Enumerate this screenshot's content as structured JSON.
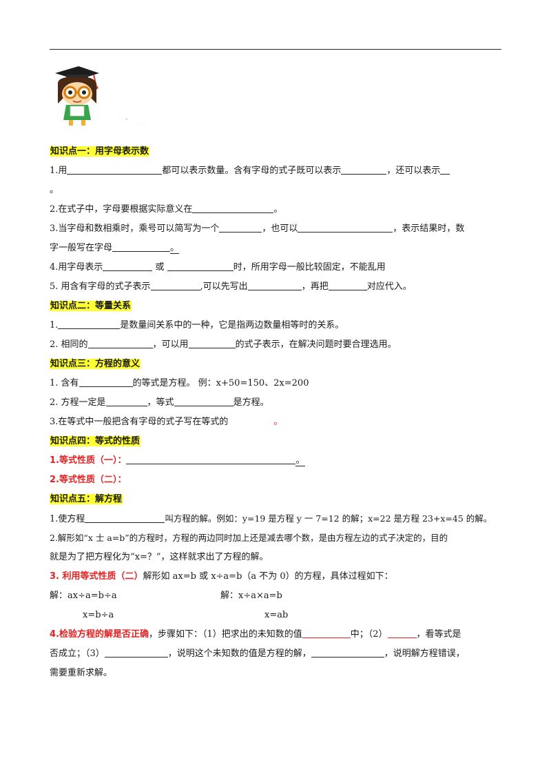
{
  "header": {
    "title": "考点梳理"
  },
  "section1": {
    "heading": "知识点一：用字母表示数",
    "l1_a": "1.用",
    "l1_b": "都可以表示数量。含有字母的式子既可以表示",
    "l1_c": "，还可以表示",
    "l1_cont": "。",
    "l2_a": "2.在式子中，字母要根据实际意义在",
    "l2_b": "。",
    "l3_a": "3.当字母和数相乘时，乘号可以简写为一个",
    "l3_b": "，也可以",
    "l3_c": "，表示结果时，数",
    "l3_cont_a": "字一般写在字母",
    "l3_cont_b": "。",
    "l4_a": "4.用字母表示",
    "l4_b": "或",
    "l4_c": "时，所用字母一般比较固定，不能乱用",
    "l5_a": "5. 用含有字母的式子表示",
    "l5_b": ",可以先写出",
    "l5_c": "，再把",
    "l5_d": "对应代入。"
  },
  "section2": {
    "heading": "知识点二：等量关系",
    "l1_a": "1.",
    "l1_b": "是数量间关系中的一种，它是指两边数量相等时的关系。",
    "l2_a": "2.  相同的",
    "l2_b": "，可以用",
    "l2_c": "的式子表示，在解决问题时要合理选用。"
  },
  "section3": {
    "heading": "知识点三：方程的意义",
    "l1_a": "1.  含有",
    "l1_b": "的等式是方程。  例：x+50=150、2x=200",
    "l2_a": "2.  方程一定是",
    "l2_b": "，等式",
    "l2_c": "是方程。",
    "l3_a": "3.在等式中一般把含有字母的式子写在等式的",
    "l3_b": "。"
  },
  "section4": {
    "heading": "知识点四：等式的性质",
    "l1_a": "1.等式性质（一）：",
    "l1_b": "。",
    "l2": "2.等式性质（二）："
  },
  "section5": {
    "heading": "知识点五：解方程",
    "l1_a": "1.使方程",
    "l1_b": "叫方程的解。例如：y=19 是方程 y 一 7=12 的解；x=22 是方程 23+x=45 的解。",
    "l2": "2.解形如“x 士 a=b”的方程时，方程的两边同时加上还是减去哪个数，是由方程左边的式子决定的，目的",
    "l2_cont": "就是为了把方程化为“x=？”，这样就求出了方程的解。",
    "l3_red": "3.  利用等式性质（二）",
    "l3_rest": "解形如 ax=b 或 x÷a=b（a 不为 0）的方程，具体过程如下：",
    "sol1_a": "解：ax÷a=b÷a",
    "sol1_b": "x=b÷a",
    "sol2_a": "解：x÷a×a=b",
    "sol2_b": "x=ab",
    "l4_red": "4.检验方程的解是否正确",
    "l4_a": "，步骤如下：（1）把求出的未知数的值",
    "l4_b": "中；（2）",
    "l4_c": "，看等式是",
    "l4_cont_a": "否成立；（3）",
    "l4_cont_b": "，说明这个未知数的值是方程的解，",
    "l4_cont_c": "，说明解方程错误，",
    "l4_cont2": "需要重新求解。"
  }
}
